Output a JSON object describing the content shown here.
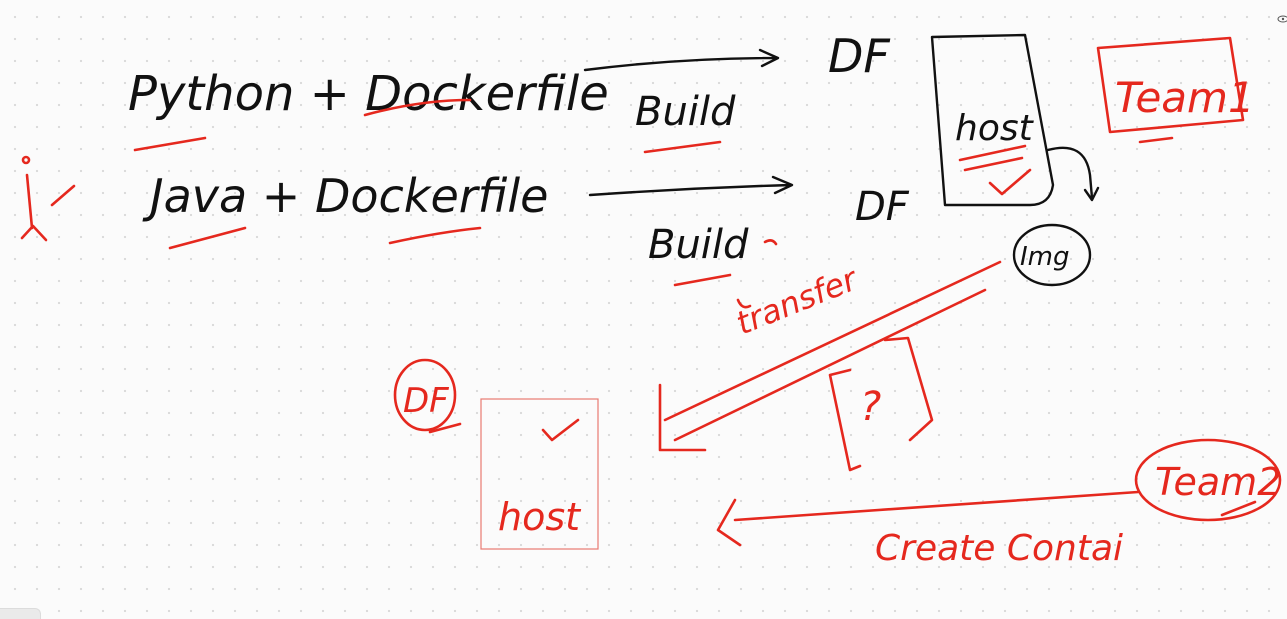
{
  "colors": {
    "ink": "#111111",
    "annotation": "#e5281e",
    "canvas": "#fbfbfb"
  },
  "notes": {
    "python_dockerfile": "Python + Dockerfile",
    "java_dockerfile": "Java + Dockerfile",
    "build_1": "Build",
    "build_2": "Build",
    "df_1": "DF",
    "df_2": "DF",
    "host_1": "host",
    "img": "Img",
    "team1": "Team1",
    "transfer": "transfer",
    "question": "?",
    "df_3": "DF",
    "host_2": "host",
    "team2": "Team2",
    "create_container": "Create Contai"
  },
  "icons": [
    "eye-icon"
  ]
}
